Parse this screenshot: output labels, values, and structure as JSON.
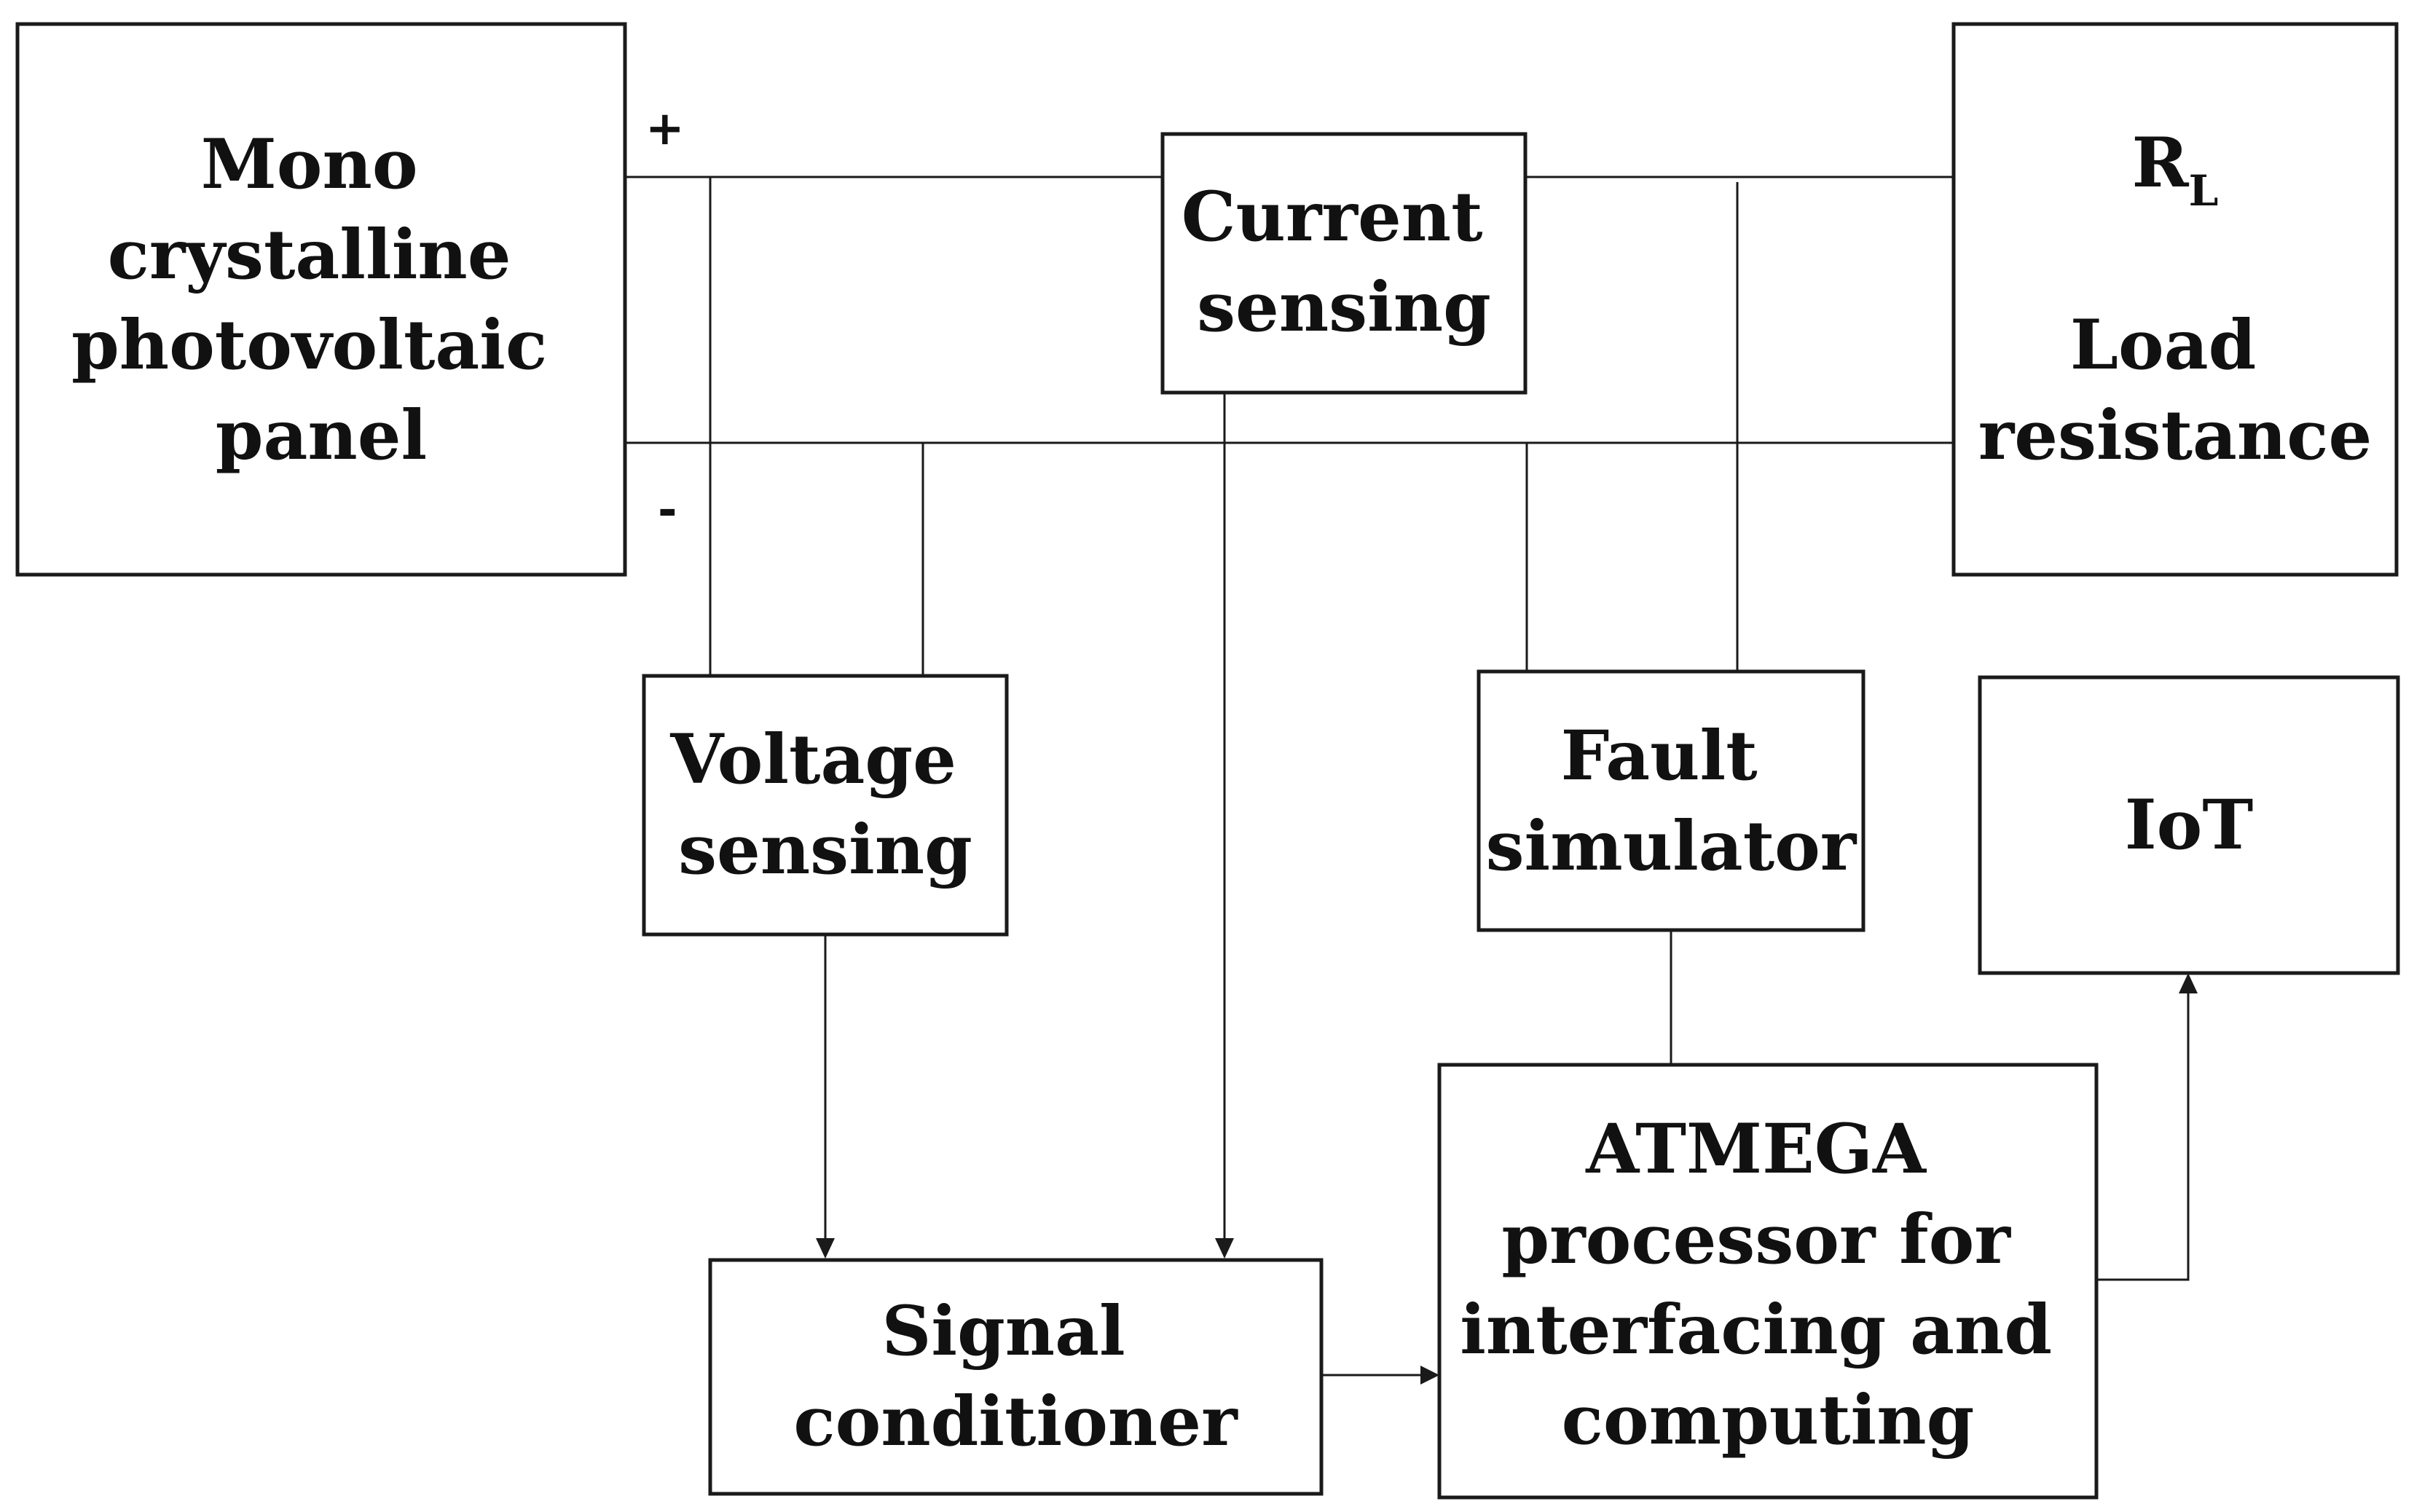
{
  "blocks": {
    "pv_panel": {
      "lines": [
        "Mono",
        "crystalline",
        "photovoltaic",
        "panel"
      ]
    },
    "current_sensing": {
      "lines": [
        "Current",
        "sensing"
      ]
    },
    "load": {
      "symbol": "R",
      "subscript": "L",
      "lines": [
        "Load",
        "resistance"
      ]
    },
    "voltage_sensing": {
      "lines": [
        "Voltage",
        "sensing"
      ]
    },
    "fault_simulator": {
      "lines": [
        "Fault",
        "simulator"
      ]
    },
    "iot": {
      "lines": [
        "IoT"
      ]
    },
    "atmega": {
      "lines": [
        "ATMEGA",
        "processor for",
        "interfacing and",
        "computing"
      ]
    },
    "signal_conditioner": {
      "lines": [
        "Signal",
        "conditioner"
      ]
    }
  },
  "terminals": {
    "positive": "+",
    "negative": "-"
  }
}
